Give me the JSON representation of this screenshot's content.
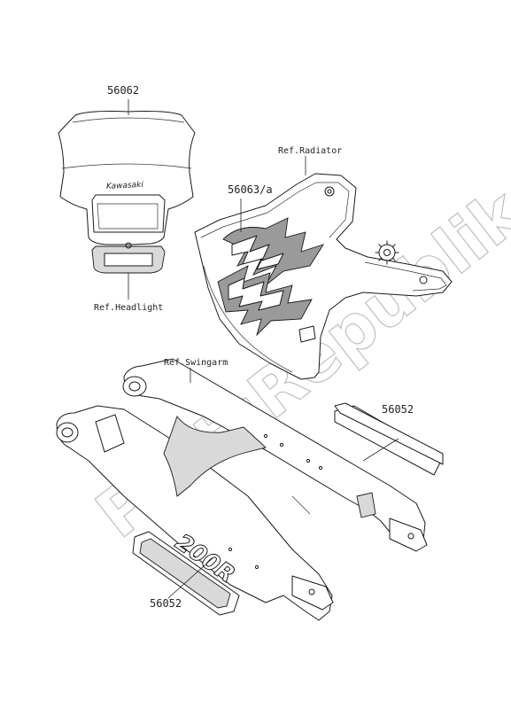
{
  "parts": {
    "headlight_cover_no": "56062",
    "radiator_shroud_no": "56063/a",
    "swingarm_decal_upper_no": "56052",
    "swingarm_decal_lower_no": "56052"
  },
  "references": {
    "headlight": "Ref.Headlight",
    "radiator": "Ref.Radiator",
    "swingarm": "Ref.Swingarm"
  },
  "brand_mark": "Kawasaki",
  "decal_text": "200R",
  "watermark": "PartsRepublik",
  "colors": {
    "line": "#1a1a1a",
    "shade": "#d9d9d9",
    "watermark": "#bfbfbf"
  },
  "icons": {
    "gear": "gear-icon"
  }
}
